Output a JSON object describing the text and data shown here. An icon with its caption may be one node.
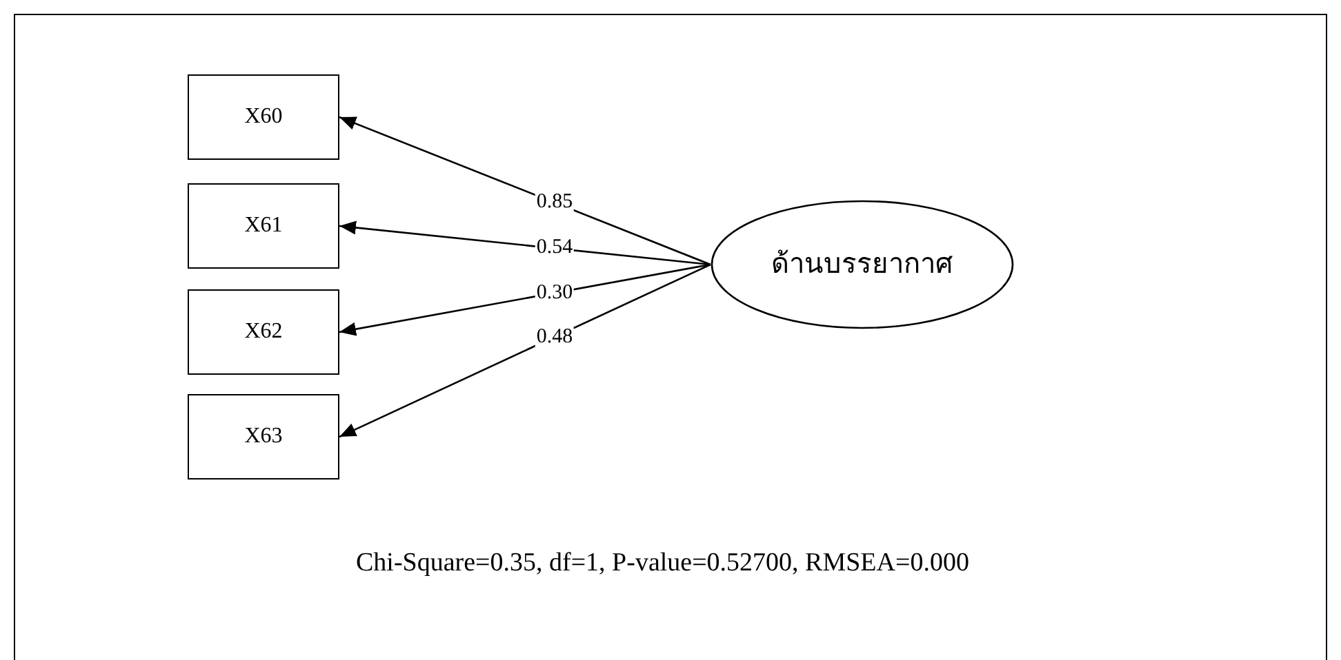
{
  "diagram": {
    "nodes": [
      {
        "text": [
          "X60"
        ]
      },
      {
        "text": [
          "X61"
        ]
      },
      {
        "text": [
          "X62"
        ]
      },
      {
        "text": [
          "X63"
        ]
      },
      {
        "text": [
          "ด้านบรรยากาศ"
        ]
      }
    ],
    "edges": [
      {
        "from": 4,
        "to": 0,
        "arrow": "to",
        "label": "0.85"
      },
      {
        "from": 4,
        "to": 1,
        "arrow": "to",
        "label": "0.54"
      },
      {
        "from": 4,
        "to": 2,
        "arrow": "to",
        "label": "0.30"
      },
      {
        "from": 4,
        "to": 3,
        "arrow": "to",
        "label": "0.48"
      }
    ],
    "labels": [
      "Chi-Square=0.35, df=1, P-value=0.52700, RMSEA=0.000"
    ]
  }
}
